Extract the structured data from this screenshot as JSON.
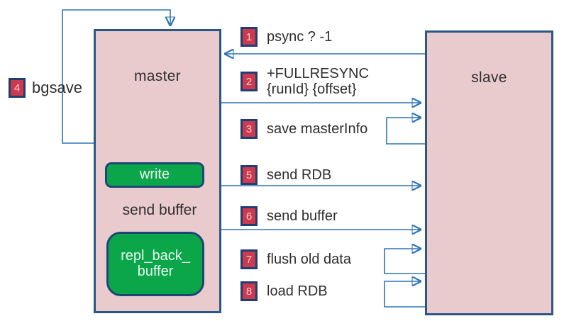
{
  "diagram": {
    "master_label": "master",
    "slave_label": "slave",
    "write_label": "write",
    "repl_buffer_line1": "repl_back_",
    "repl_buffer_line2": "buffer",
    "send_buffer_inner_label": "send buffer",
    "bgsave": {
      "num": "4",
      "label": "bgsave"
    },
    "steps": [
      {
        "num": "1",
        "label": "psync ? -1"
      },
      {
        "num": "2",
        "label": "+FULLRESYNC",
        "label2": "{runId} {offset}"
      },
      {
        "num": "3",
        "label": "save masterInfo"
      },
      {
        "num": "5",
        "label": "send RDB"
      },
      {
        "num": "6",
        "label": "send buffer"
      },
      {
        "num": "7",
        "label": "flush old data"
      },
      {
        "num": "8",
        "label": "load RDB"
      }
    ],
    "colors": {
      "box_fill": "#e9cbce",
      "box_border": "#2b5784",
      "green_fill": "#0ca64a",
      "green_border": "#1d4677",
      "badge_fill": "#cd3a4e",
      "badge_border": "#1e3f74",
      "badge_text": "#f1d4d8",
      "arrow": "#2e75b6",
      "text": "#2f2f2f"
    }
  }
}
